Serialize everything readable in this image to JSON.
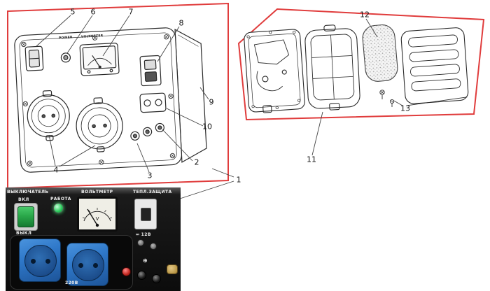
{
  "figure": {
    "callouts": {
      "c1": "1",
      "c2": "2",
      "c3": "3",
      "c4": "4",
      "c5": "5",
      "c6": "6",
      "c7": "7",
      "c8": "8",
      "c9": "9",
      "c10": "10",
      "c11": "11",
      "c12": "12",
      "c13": "13"
    }
  },
  "panel_drawing": {
    "power_label": "POWER",
    "voltmeter_label": "VOLTMETER"
  },
  "photo": {
    "header_switch": "ВЫКЛЮЧАТЕЛЬ",
    "header_work": "РАБОТА",
    "header_voltmeter": "ВОЛЬТМЕТР",
    "header_breaker": "ТЕПЛ.ЗАЩИТА",
    "switch_on": "ВКЛ",
    "switch_off": "ВЫКЛ",
    "meter_unit": "V",
    "dc_label": "⎓ 12В",
    "ac_label": "220В",
    "ground_symbol": "⊕"
  },
  "colors": {
    "callout_frame_red": "#e03c3c",
    "socket_blue": "#2e77c8",
    "switch_green": "#2aa84a",
    "lamp_green": "#2ecc5e"
  }
}
